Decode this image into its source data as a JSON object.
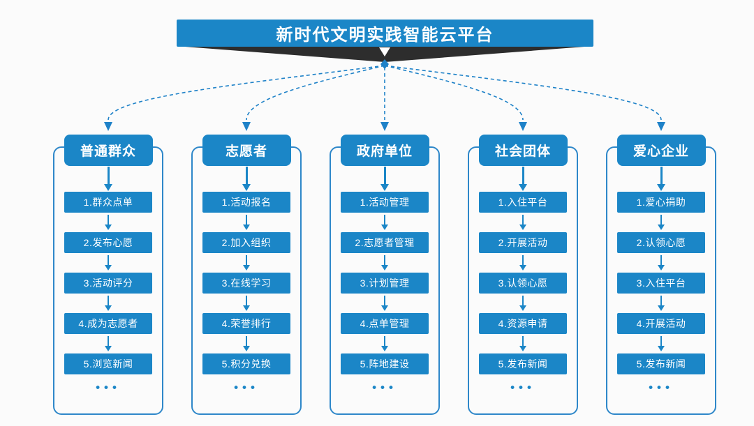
{
  "banner": {
    "title": "新时代文明实践智能云平台",
    "color": "#1b86c7",
    "ribbon_color": "#2d2d2d"
  },
  "colors": {
    "primary_blue": "#1b86c7",
    "frame_border": "#2e87c9",
    "dashed_line": "#1f82c8",
    "text_on_blue": "#ffffff",
    "background": "#fbfbfb"
  },
  "columns": [
    {
      "title": "普通群众",
      "items": [
        "1.群众点单",
        "2.发布心愿",
        "3.活动评分",
        "4.成为志愿者",
        "5.浏览新闻"
      ],
      "more": "•••"
    },
    {
      "title": "志愿者",
      "items": [
        "1.活动报名",
        "2.加入组织",
        "3.在线学习",
        "4.荣誉排行",
        "5.积分兑换"
      ],
      "more": "•••"
    },
    {
      "title": "政府单位",
      "items": [
        "1.活动管理",
        "2.志愿者管理",
        "3.计划管理",
        "4.点单管理",
        "5.阵地建设"
      ],
      "more": "•••"
    },
    {
      "title": "社会团体",
      "items": [
        "1.入住平台",
        "2.开展活动",
        "3.认领心愿",
        "4.资源申请",
        "5.发布新闻"
      ],
      "more": "•••"
    },
    {
      "title": "爱心企业",
      "items": [
        "1.爱心捐助",
        "2.认领心愿",
        "3.入住平台",
        "4.开展活动",
        "5.发布新闻"
      ],
      "more": "•••"
    }
  ]
}
